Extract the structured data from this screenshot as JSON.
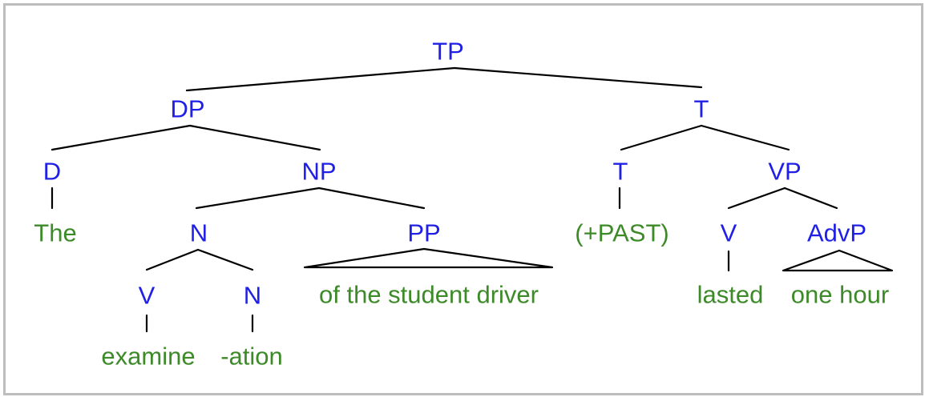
{
  "diagram": {
    "categories": {
      "tp": "TP",
      "dp": "DP",
      "t_bar": "T",
      "d": "D",
      "np": "NP",
      "t": "T",
      "vp": "VP",
      "n_upper": "N",
      "pp": "PP",
      "v_upper": "V",
      "advp": "AdvP",
      "v_lower": "V",
      "n_lower": "N"
    },
    "words": {
      "the": "The",
      "past": "(+PAST)",
      "of_the_student_driver": "of the student driver",
      "lasted": "lasted",
      "one_hour": "one hour",
      "examine": "examine",
      "ation": "-ation"
    },
    "colors": {
      "category": "#1f1fe6",
      "word": "#3c8a28",
      "line": "#000000",
      "frame": "#bdbdbd"
    }
  }
}
